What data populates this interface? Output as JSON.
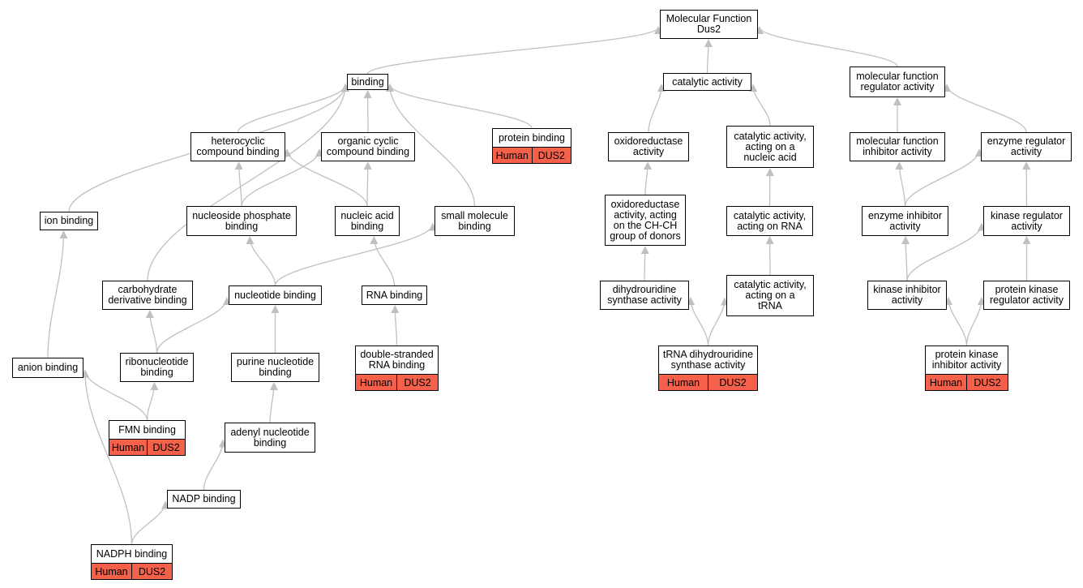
{
  "diagram": {
    "edge_color": "#c0c0c0",
    "annotation_color": "#f4604a",
    "nodes": {
      "mf": "Molecular Function\nDus2",
      "binding": "binding",
      "catalytic": "catalytic activity",
      "mfreg": "molecular function\nregulator activity",
      "hetero": "heterocyclic\ncompound binding",
      "organic": "organic cyclic\ncompound binding",
      "protein": "protein binding",
      "oxido": "oxidoreductase\nactivity",
      "cat_nucleic": "catalytic activity,\nacting on a\nnucleic acid",
      "mfinhib": "molecular function\ninhibitor activity",
      "enzreg": "enzyme regulator\nactivity",
      "ion": "ion binding",
      "nucphos": "nucleoside phosphate\nbinding",
      "nucacid": "nucleic acid\nbinding",
      "smallmol": "small molecule\nbinding",
      "oxido_chch": "oxidoreductase\nactivity, acting\non the CH-CH\ngroup of donors",
      "cat_rna": "catalytic activity,\nacting on RNA",
      "enzinhib": "enzyme inhibitor\nactivity",
      "kinreg": "kinase regulator\nactivity",
      "carb": "carbohydrate\nderivative binding",
      "nucleotide": "nucleotide binding",
      "rna": "RNA binding",
      "dihydro": "dihydrouridine\nsynthase activity",
      "cat_trna": "catalytic activity,\nacting on a\ntRNA",
      "kininhib": "kinase inhibitor\nactivity",
      "pkreg": "protein kinase\nregulator activity",
      "anion": "anion binding",
      "ribo": "ribonucleotide\nbinding",
      "purine": "purine nucleotide\nbinding",
      "dsrna": "double-stranded\nRNA binding",
      "trna_dus": "tRNA dihydrouridine\nsynthase activity",
      "pkinhib": "protein kinase\ninhibitor activity",
      "fmn": "FMN binding",
      "adenyl": "adenyl nucleotide\nbinding",
      "nadp": "NADP binding",
      "nadph": "NADPH binding"
    },
    "annotation": {
      "species": "Human",
      "gene": "DUS2"
    }
  }
}
